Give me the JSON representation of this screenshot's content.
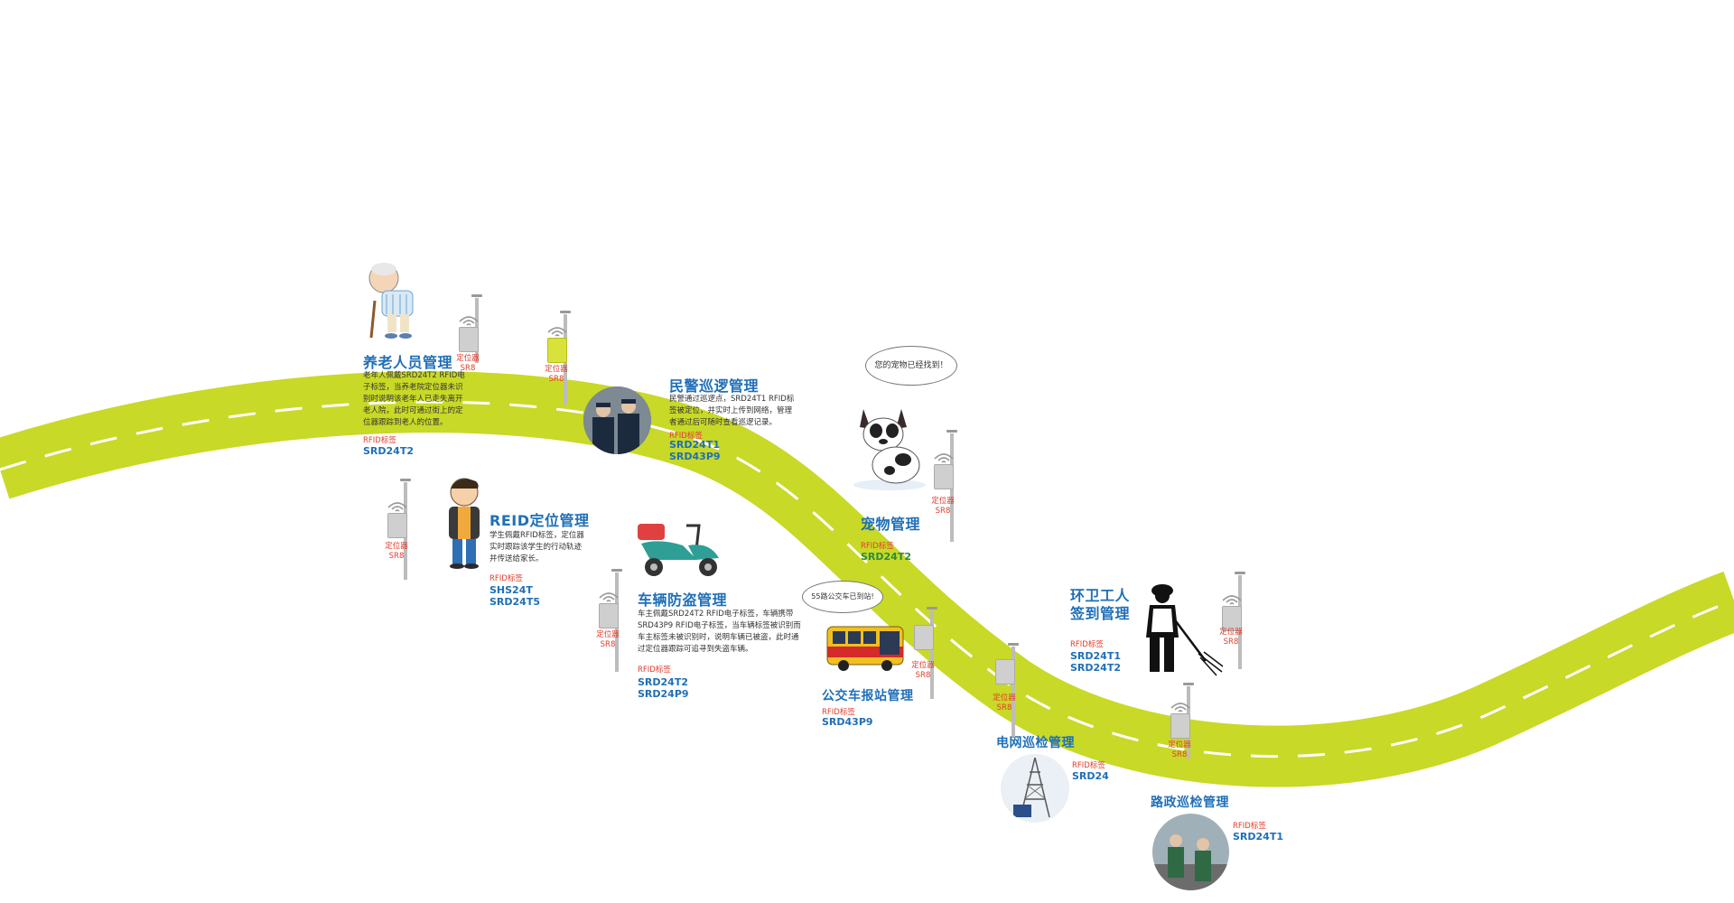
{
  "colors": {
    "road": "#c8d927",
    "title": "#1f6fb8",
    "label": "#e23b2b",
    "text": "#333333"
  },
  "sections": {
    "elderly": {
      "title": "养老人员管理",
      "desc": "老年人佩戴SRD24T2 RFID电子标签，当养老院定位器未识别时说明该老年人已走失离开老人院，此时可通过街上的定位器跟踪到老人的位置。",
      "tag_label": "RFID标签",
      "models": [
        "SRD24T2"
      ]
    },
    "reid": {
      "title": "REID定位管理",
      "desc": "学生佩戴RFID标签，定位器实时跟踪该学生的行动轨迹并传送给家长。",
      "tag_label": "RFID标签",
      "models": [
        "SHS24T",
        "SRD24T5"
      ]
    },
    "police": {
      "title": "民警巡逻管理",
      "desc": "民警通过巡逻点，SRD24T1 RFID标签被定位，并实时上传到网络，管理者通过后可随时查看巡逻记录。",
      "tag_label": "RFID标签",
      "models": [
        "SRD24T1",
        "SRD43P9"
      ]
    },
    "vehicle": {
      "title": "车辆防盗管理",
      "desc": "车主佩戴SRD24T2 RFID电子标签，车辆携带SRD43P9 RFID电子标签，当车辆标签被识别而车主标签未被识别时，说明车辆已被盗，此时通过定位器跟踪可追寻到失盗车辆。",
      "tag_label": "RFID标签",
      "models": [
        "SRD24T2",
        "SRD24P9"
      ]
    },
    "pet": {
      "title": "宠物管理",
      "bubble": "您的宠物已经找到！",
      "tag_label": "RFID标签",
      "models": [
        "SRD24T2"
      ]
    },
    "bus": {
      "title": "公交车报站管理",
      "bubble": "55路公交车已到站!",
      "tag_label": "RFID标签",
      "models": [
        "SRD43P9"
      ]
    },
    "sanitation": {
      "title_line1": "环卫工人",
      "title_line2": "签到管理",
      "tag_label": "RFID标签",
      "models": [
        "SRD24T1",
        "SRD24T2"
      ]
    },
    "grid": {
      "title": "电网巡检管理",
      "tag_label": "RFID标签",
      "models": [
        "SRD24"
      ]
    },
    "road": {
      "title": "路政巡检管理",
      "tag_label": "RFID标签",
      "models": [
        "SRD24T1"
      ]
    }
  },
  "locator": {
    "label": "定位器",
    "model": "SR8"
  }
}
